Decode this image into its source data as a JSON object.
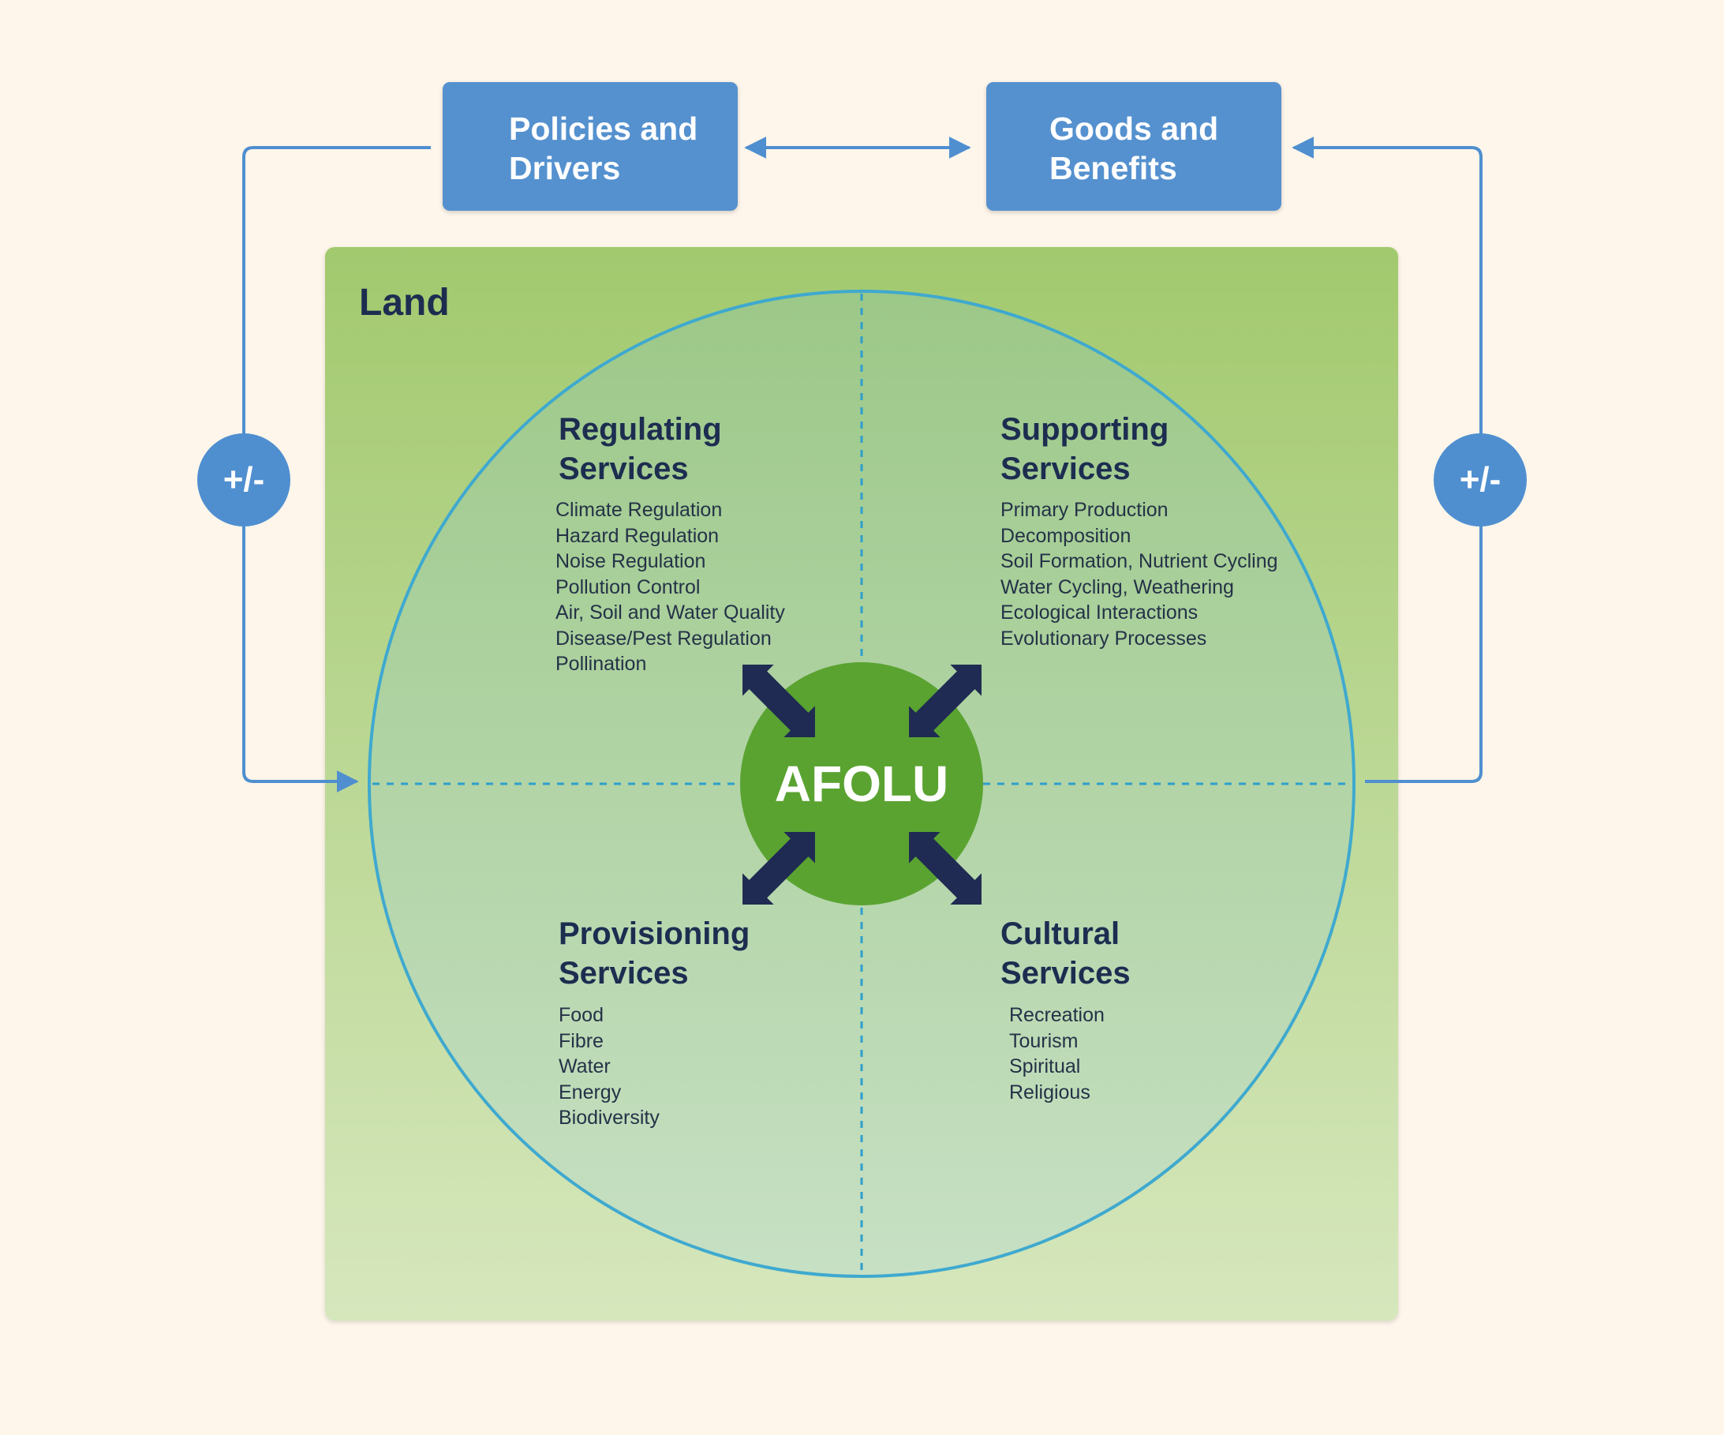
{
  "top_boxes": {
    "policies": [
      "Policies and",
      "Drivers"
    ],
    "goods": [
      "Goods and",
      "Benefits"
    ]
  },
  "feedback_left": "+/-",
  "feedback_right": "+/-",
  "land_label": "Land",
  "center_label": "AFOLU",
  "quadrants": {
    "regulating": {
      "title": [
        "Regulating",
        "Services"
      ],
      "items": [
        "Climate Regulation",
        "Hazard Regulation",
        "Noise Regulation",
        "Pollution Control",
        "Air, Soil and Water Quality",
        "Disease/Pest Regulation",
        "Pollination"
      ]
    },
    "supporting": {
      "title": [
        "Supporting",
        "Services"
      ],
      "items": [
        "Primary Production",
        "Decomposition",
        "Soil Formation, Nutrient Cycling",
        "Water Cycling, Weathering",
        "Ecological Interactions",
        "Evolutionary Processes"
      ]
    },
    "provisioning": {
      "title": [
        "Provisioning",
        "Services"
      ],
      "items": [
        "Food",
        "Fibre",
        "Water",
        "Energy",
        "Biodiversity"
      ]
    },
    "cultural": {
      "title": [
        "Cultural",
        "Services"
      ],
      "items": [
        "Recreation",
        "Tourism",
        "Spiritual",
        "Religious"
      ]
    }
  },
  "colors": {
    "background": "#fef6ea",
    "box_blue": "#5591cf",
    "connector_blue": "#4f8fd0",
    "circle_outline": "#3fa9cf",
    "afolu_green": "#5aa331",
    "arrow_navy": "#1f2b52",
    "text_navy": "#1d2d50"
  }
}
